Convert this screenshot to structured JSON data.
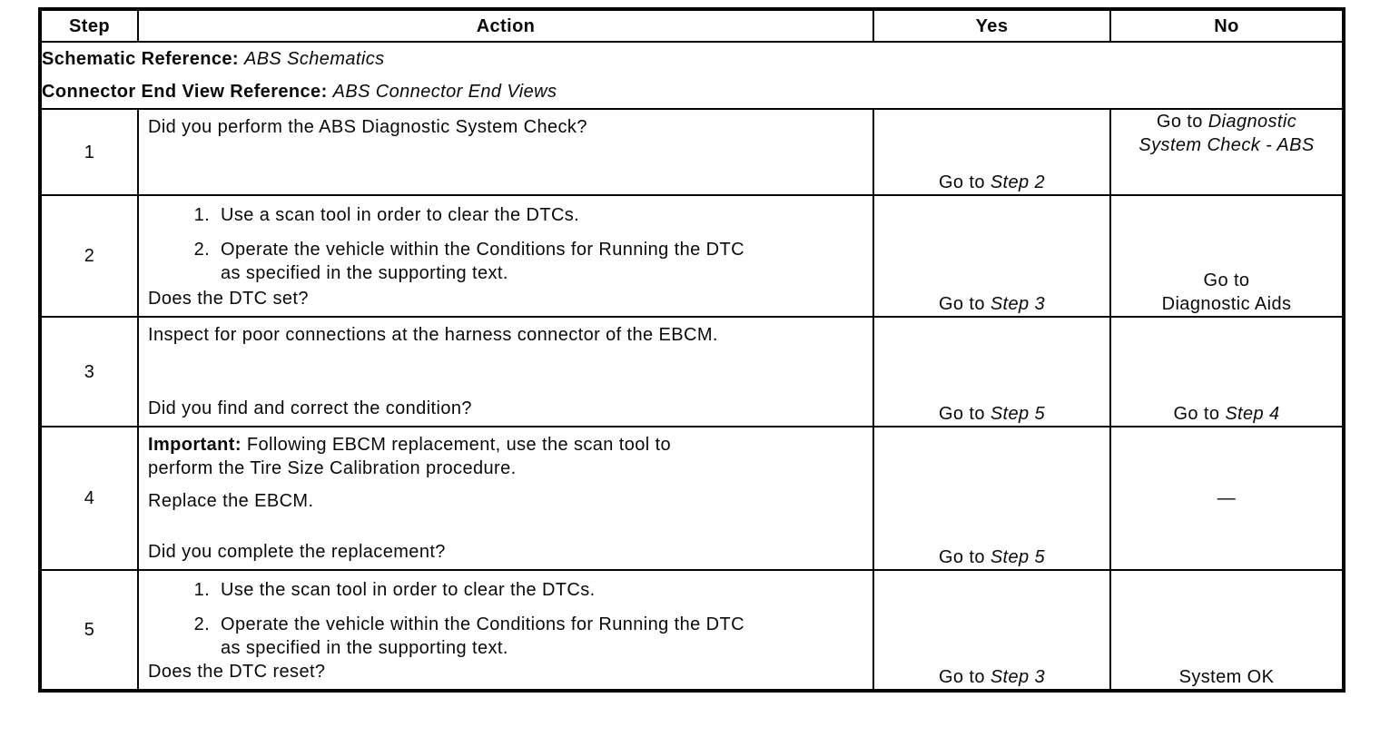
{
  "table": {
    "headers": {
      "step": "Step",
      "action": "Action",
      "yes": "Yes",
      "no": "No"
    },
    "references": [
      {
        "label": "Schematic Reference:",
        "value": "ABS Schematics"
      },
      {
        "label": "Connector End View Reference:",
        "value": "ABS Connector End Views"
      }
    ],
    "rows": [
      {
        "step": "1",
        "action": {
          "question": "Did you perform the ABS Diagnostic System Check?"
        },
        "yes": {
          "goto": "Go to ",
          "target": "Step 2"
        },
        "no": {
          "goto": "Go to ",
          "target_line1": "Diagnostic",
          "target_line2": "System Check - ABS"
        }
      },
      {
        "step": "2",
        "action": {
          "item1": "Use a scan tool in order to clear the DTCs.",
          "item2_line1": "Operate the vehicle within the Conditions for Running the DTC",
          "item2_line2": "as specified in the supporting text.",
          "question": "Does the DTC set?"
        },
        "yes": {
          "goto": "Go to ",
          "target": "Step 3"
        },
        "no": {
          "line1": "Go to",
          "line2": "Diagnostic Aids"
        }
      },
      {
        "step": "3",
        "action": {
          "text": "Inspect for poor connections at the harness connector of the EBCM.",
          "question": "Did you find and correct the condition?"
        },
        "yes": {
          "goto": "Go to ",
          "target": "Step 5"
        },
        "no": {
          "goto": "Go to ",
          "target": "Step 4"
        }
      },
      {
        "step": "4",
        "action": {
          "important_label": "Important:",
          "important_line1": " Following EBCM replacement, use the scan tool to",
          "important_line2": "perform the Tire Size Calibration procedure.",
          "text": "Replace the EBCM.",
          "question": "Did you complete the replacement?"
        },
        "yes": {
          "goto": "Go to ",
          "target": "Step 5"
        },
        "no": {
          "dash": "—"
        }
      },
      {
        "step": "5",
        "action": {
          "item1": "Use the scan tool in order to clear the DTCs.",
          "item2_line1": "Operate the vehicle within the Conditions for Running the DTC",
          "item2_line2": "as specified in the supporting text.",
          "question": "Does the DTC reset?"
        },
        "yes": {
          "goto": "Go to ",
          "target": "Step 3"
        },
        "no": {
          "text": "System OK"
        }
      }
    ]
  }
}
